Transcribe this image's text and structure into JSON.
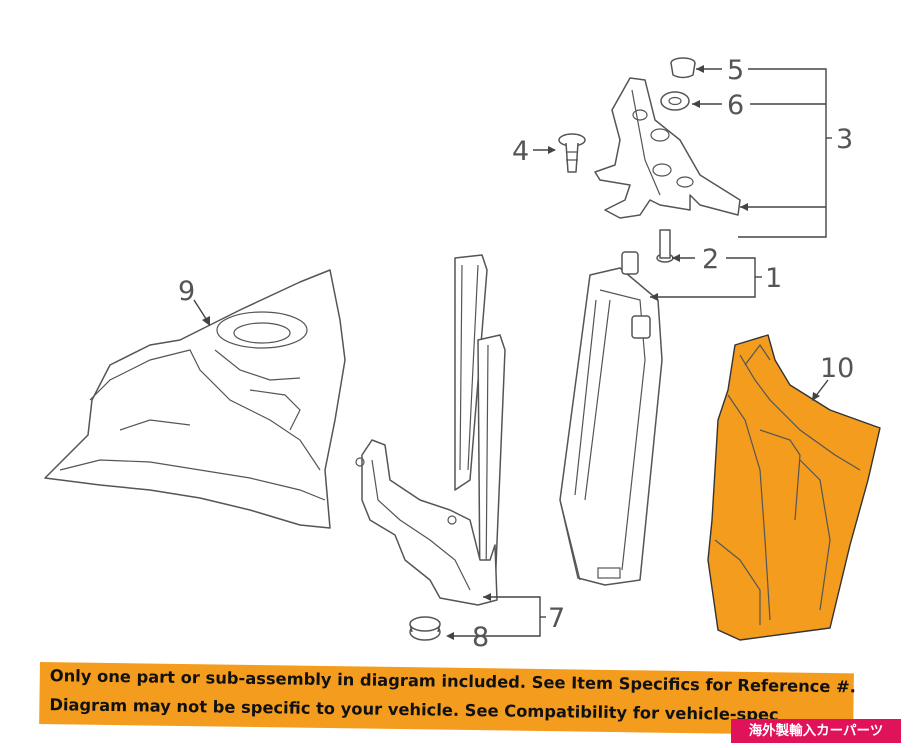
{
  "diagram": {
    "callouts": [
      "1",
      "2",
      "3",
      "4",
      "5",
      "6",
      "7",
      "8",
      "9",
      "10"
    ],
    "highlight_color": "#f39c1e",
    "line_color": "#555555"
  },
  "notice": {
    "line1": "Only one part or sub-assembly in diagram included. See Item Specifics for Reference #.",
    "line2": "Diagram may not be specific to your vehicle. See Compatibility for vehicle-spec"
  },
  "tag": {
    "text": "海外製輸入カーパーツ",
    "color": "#e0135a"
  }
}
